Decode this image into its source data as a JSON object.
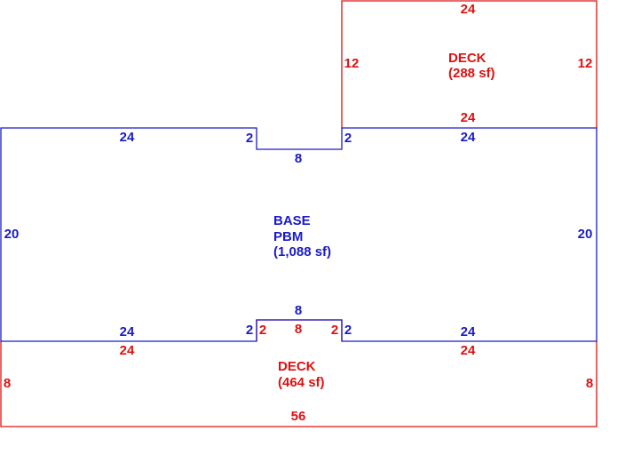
{
  "colors": {
    "base": "#1a1ac8",
    "deck": "#e01010"
  },
  "base_area": {
    "name": "BASE",
    "code": "PBM",
    "area": "(1,088 sf)",
    "dims": {
      "top_left": "24",
      "top_notch_left": "2",
      "top_notch": "8",
      "top_notch_right": "2",
      "top_right": "24",
      "left": "20",
      "right": "20",
      "bottom_left": "24",
      "bottom_notch_left": "2",
      "bottom_notch": "8",
      "bottom_notch_right": "2",
      "bottom_right": "24"
    }
  },
  "deck_top": {
    "name": "DECK",
    "area": "(288 sf)",
    "dims": {
      "top": "24",
      "left": "12",
      "right": "12",
      "bottom": "24"
    }
  },
  "deck_bottom": {
    "name": "DECK",
    "area": "(464 sf)",
    "dims": {
      "top_left": "24",
      "notch_left": "2",
      "notch": "8",
      "notch_right": "2",
      "top_right": "24",
      "left": "8",
      "right": "8",
      "bottom": "56"
    }
  }
}
